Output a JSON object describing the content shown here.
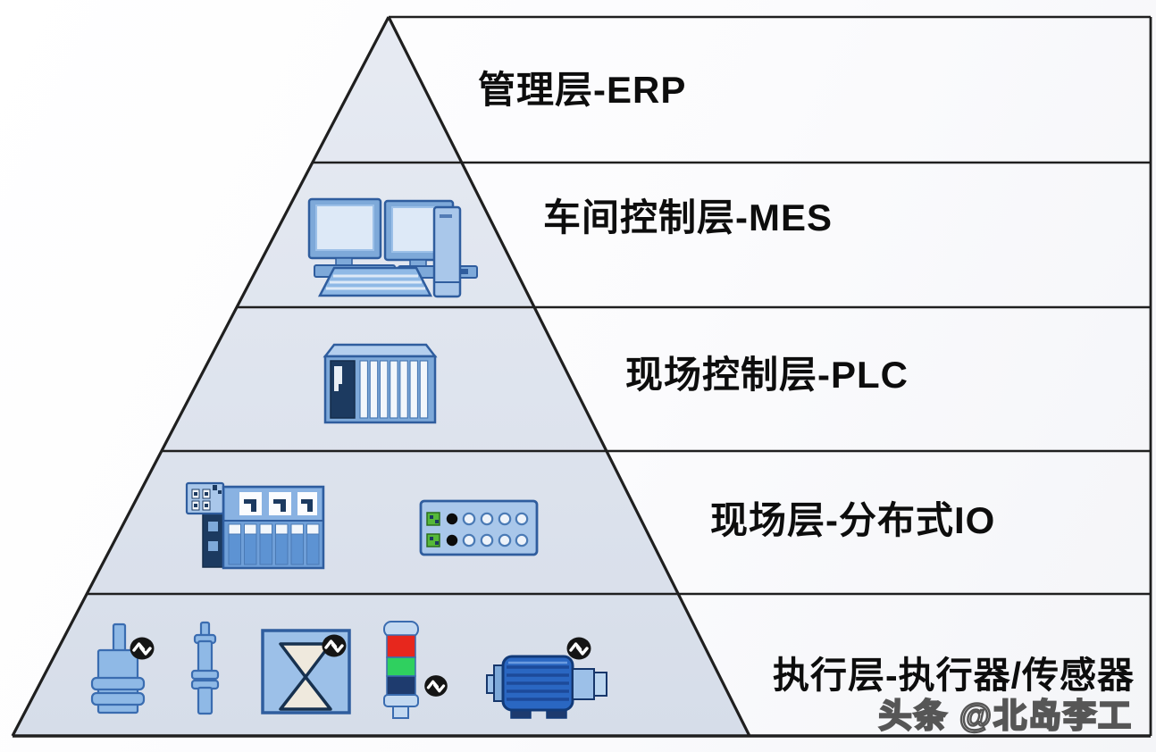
{
  "tiers": [
    {
      "label": "管理层-ERP"
    },
    {
      "label": "车间控制层-MES"
    },
    {
      "label": "现场控制层-PLC"
    },
    {
      "label": "现场层-分布式IO"
    },
    {
      "label": "执行层-执行器/传感器"
    }
  ],
  "watermark": "头条 @北岛李工",
  "icons": {
    "tier_mes": [
      "workstation-icon"
    ],
    "tier_plc": [
      "plc-rack-icon"
    ],
    "tier_io": [
      "distributed-io-module-icon",
      "io-terminal-panel-icon"
    ],
    "tier_exec": [
      "proximity-sensor-icon",
      "cylinder-sensor-icon",
      "valve-icon",
      "stack-light-icon",
      "motor-icon"
    ],
    "overlay_badge": "comm-badge-icon"
  },
  "colors": {
    "pyramid_fill_top": "#e7ebf3",
    "pyramid_fill_bottom": "#d6dde9",
    "outline": "#1f1f1f",
    "label_text": "#0d0d0d",
    "icon_blue_light": "#a9c7ea",
    "icon_blue_mid": "#7ea9d9",
    "icon_blue_border": "#2f5d9e",
    "navy": "#1c3a60",
    "screen_light": "#dde9f7",
    "signal_red": "#e7271d",
    "signal_green": "#2fd05f",
    "motor_blue": "#2a67c2",
    "badge_black": "#151515",
    "io_green": "#56b83a"
  }
}
